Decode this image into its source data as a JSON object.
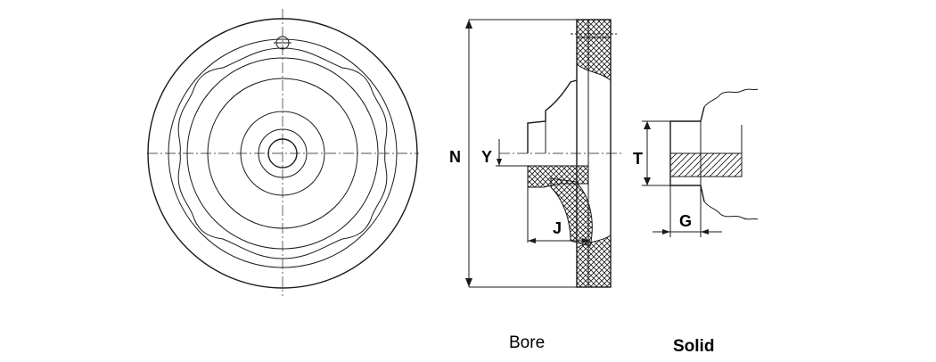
{
  "dimension_labels": {
    "n": "N",
    "y": "Y",
    "j": "J",
    "t": "T",
    "g": "G"
  },
  "captions": {
    "bore": "Bore",
    "solid": "Solid"
  }
}
